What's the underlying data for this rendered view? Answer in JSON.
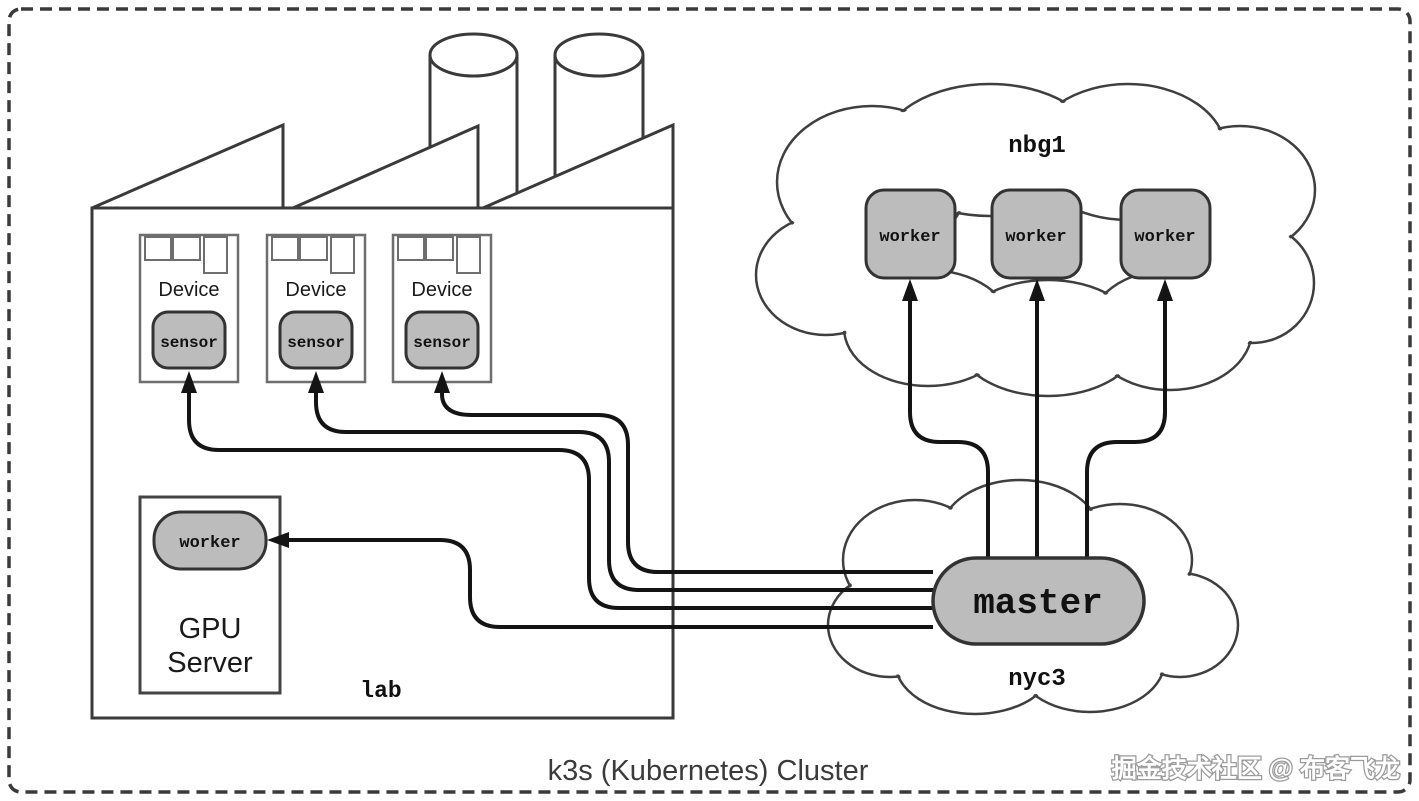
{
  "diagram": {
    "caption": "k3s (Kubernetes) Cluster",
    "watermark": "掘金技术社区 @ 布客飞龙",
    "colors": {
      "node_fill": "#bcbcbc",
      "node_stroke": "#333333",
      "line": "#141414",
      "outline": "#3a3a3a",
      "cloud_stroke": "#3f3f3f",
      "caption_text": "#3b3b3b",
      "watermark_outline": "#9b9b9b",
      "background": "#ffffff"
    }
  },
  "lab": {
    "label": "lab",
    "devices": [
      {
        "label": "Device",
        "node_label": "sensor"
      },
      {
        "label": "Device",
        "node_label": "sensor"
      },
      {
        "label": "Device",
        "node_label": "sensor"
      }
    ],
    "gpu_server": {
      "title_line1": "GPU",
      "title_line2": "Server",
      "node_label": "worker"
    }
  },
  "clouds": {
    "nbg1": {
      "label": "nbg1",
      "workers": [
        "worker",
        "worker",
        "worker"
      ]
    },
    "nyc3": {
      "label": "nyc3",
      "master_label": "master"
    }
  }
}
